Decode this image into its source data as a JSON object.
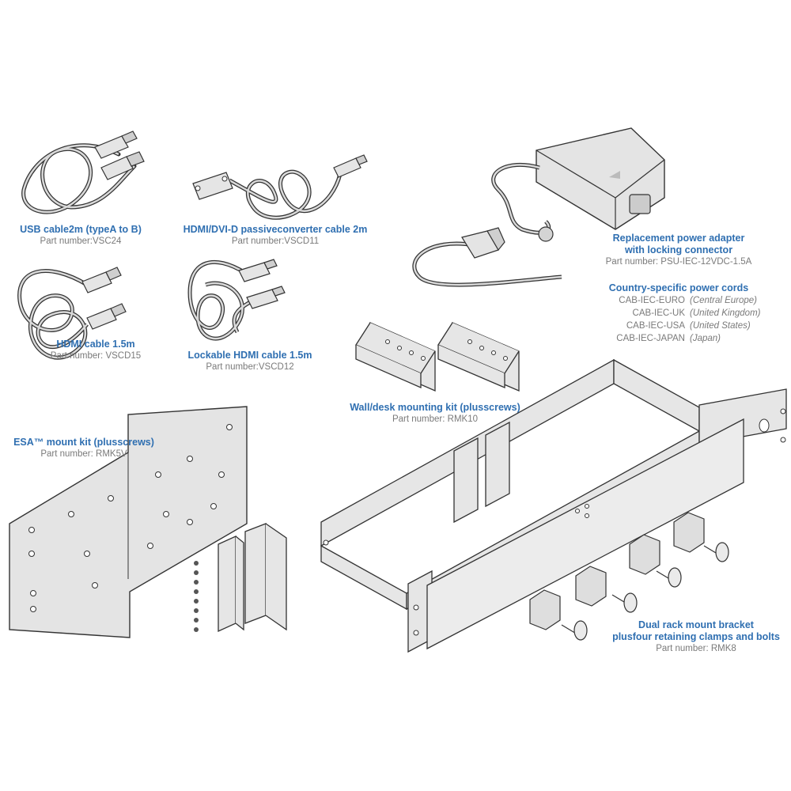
{
  "items": [
    {
      "title": "USB cable2m (typeA  to  B)",
      "part": "Part number:VSC24"
    },
    {
      "title": "HDMI/DVI-D  passiveconverter cable 2m",
      "part": "Part number:VSCD11"
    },
    {
      "title": "HDMI  cable 1.5m",
      "part": "Part number:  VSCD15"
    },
    {
      "title": "Lockable HDMI  cable 1.5m",
      "part": "Part number:VSCD12"
    },
    {
      "title": "Replacement power adapter",
      "title2": "with locking connector",
      "part": "Part number:  PSU-IEC-12VDC-1.5A"
    },
    {
      "title": "Wall/desk  mounting kit (plusscrews)",
      "part": "Part number:  RMK10"
    },
    {
      "title": "ESA™ mount kit (plusscrews)",
      "part": "Part number:  RMK5V"
    },
    {
      "title": "Dual rack mount bracket",
      "title2": "plusfour retaining clamps and  bolts",
      "part": "Part number:  RMK8"
    }
  ],
  "power_cords": {
    "title": "Country-specific power cords",
    "rows": [
      {
        "code": "CAB-IEC-EURO",
        "region": "(Central Europe)"
      },
      {
        "code": "CAB-IEC-UK",
        "region": "(United Kingdom)"
      },
      {
        "code": "CAB-IEC-USA",
        "region": "(United States)"
      },
      {
        "code": "CAB-IEC-JAPAN",
        "region": "(Japan)"
      }
    ]
  },
  "colors": {
    "label_blue": "#2f6fb1",
    "part_gray": "#7a7a7a",
    "line": "#333333",
    "metal": "#e2e2e2",
    "metal_dark": "#bdbdbd"
  }
}
